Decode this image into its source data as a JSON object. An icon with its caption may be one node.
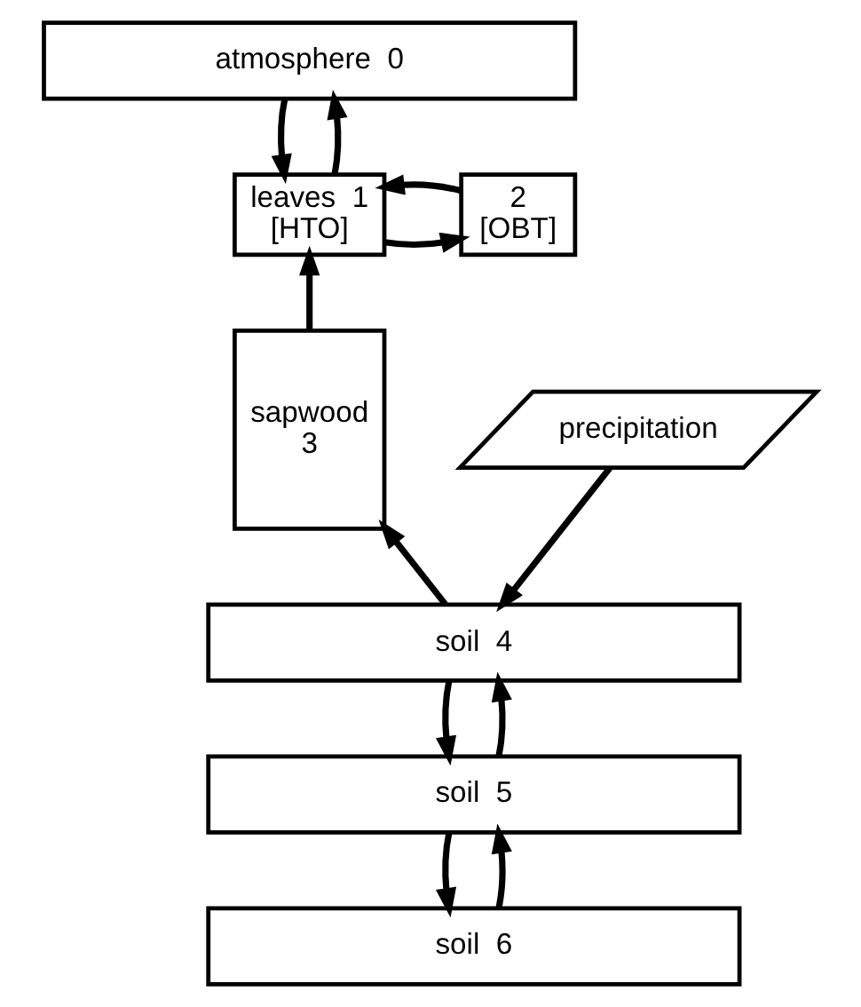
{
  "diagram": {
    "nodes": [
      {
        "text": [
          "atmosphere  0"
        ]
      },
      {
        "text": [
          "2",
          "[OBT]"
        ]
      },
      {
        "text": [
          "leaves  1",
          "[HTO]"
        ]
      },
      {
        "text": [
          "sapwood",
          "3"
        ]
      },
      {
        "text": [
          "precipitation"
        ]
      },
      {
        "text": [
          "soil  4"
        ]
      },
      {
        "text": [
          "soil  5"
        ]
      },
      {
        "text": [
          "soil  6"
        ]
      }
    ],
    "edges": [
      {
        "from": 0,
        "to": 2,
        "arrow": "to"
      },
      {
        "from": 2,
        "to": 0,
        "arrow": "to"
      },
      {
        "from": 2,
        "to": 1,
        "arrow": "to"
      },
      {
        "from": 1,
        "to": 2,
        "arrow": "to"
      },
      {
        "from": 3,
        "to": 2,
        "arrow": "to"
      },
      {
        "from": 5,
        "to": 3,
        "arrow": "to"
      },
      {
        "from": 4,
        "to": 5,
        "arrow": "to"
      },
      {
        "from": 5,
        "to": 6,
        "arrow": "to"
      },
      {
        "from": 6,
        "to": 5,
        "arrow": "to"
      },
      {
        "from": 6,
        "to": 7,
        "arrow": "to"
      },
      {
        "from": 7,
        "to": 6,
        "arrow": "to"
      }
    ]
  }
}
